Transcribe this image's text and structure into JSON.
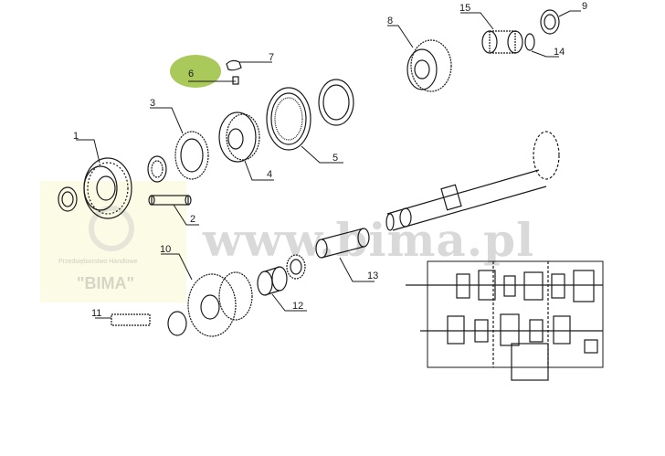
{
  "watermark": {
    "url": "www.bima.pl",
    "company_line": "Przedsiębiorstwo Handlowe",
    "brand": "\"BIMA\""
  },
  "labels": {
    "p1": "1",
    "p2": "2",
    "p3": "3",
    "p4": "4",
    "p5": "5",
    "p6": "6",
    "p7": "7",
    "p8": "8",
    "p9": "9",
    "p10": "10",
    "p11": "11",
    "p12": "12",
    "p13": "13",
    "p14": "14",
    "p15": "15"
  },
  "colors": {
    "ink": "#1a1a1a",
    "highlight": "#a9c95a",
    "watermark_panel": "#fbfbe6"
  }
}
